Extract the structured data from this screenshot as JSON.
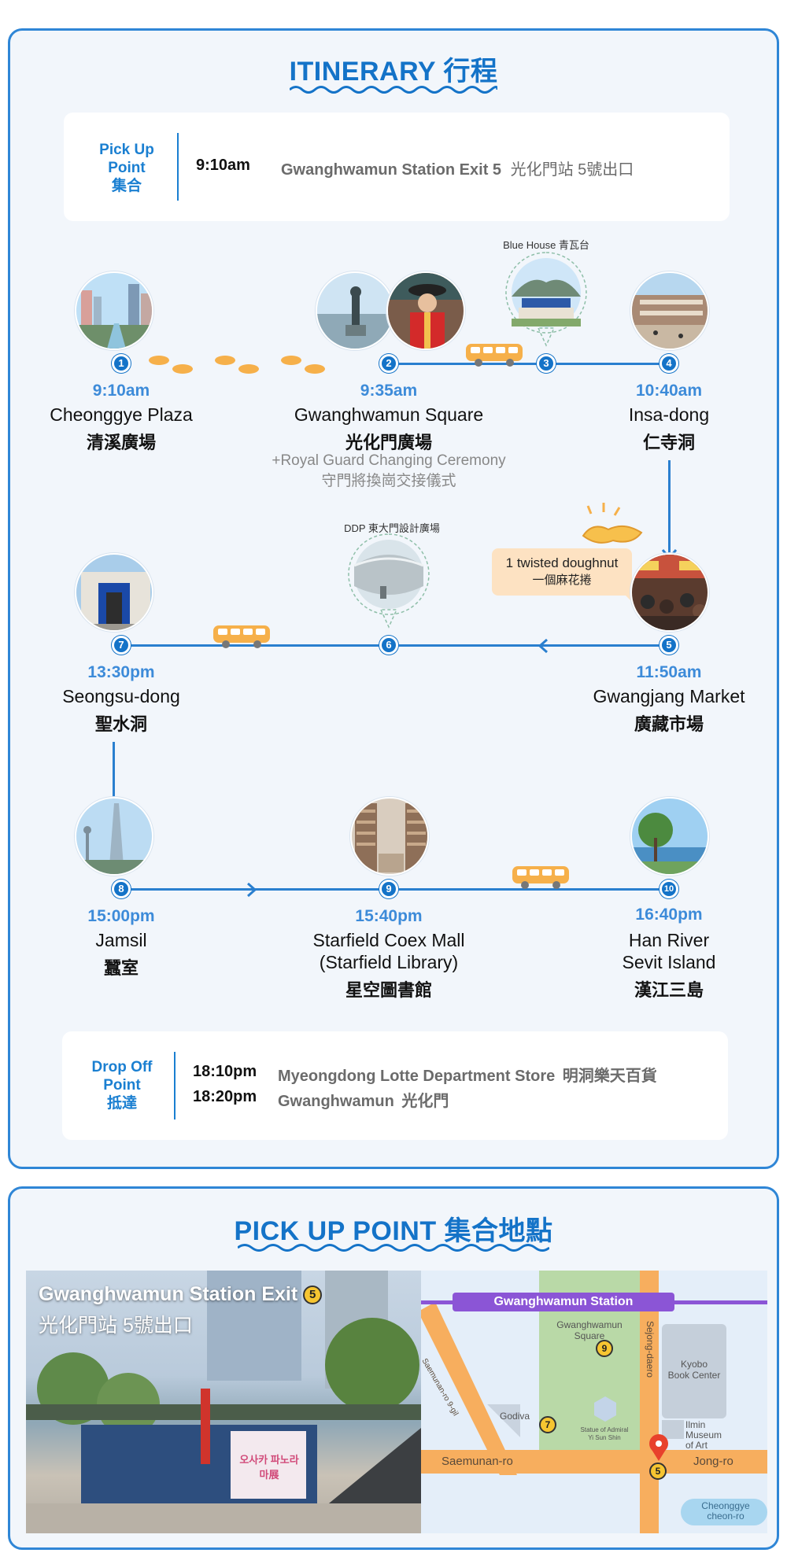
{
  "itinerary": {
    "title": "ITINERARY 行程",
    "pickup": {
      "label_line1": "Pick Up",
      "label_line2": "Point",
      "label_line3": "集合",
      "time": "9:10am",
      "place": "Gwanghwamun Station Exit 5",
      "place_zh": "光化門站 5號出口"
    },
    "stops": [
      {
        "num": "1",
        "time": "9:10am",
        "name": "Cheonggye Plaza",
        "name_zh": "清溪廣場"
      },
      {
        "num": "2",
        "time": "9:35am",
        "name": "Gwanghwamun Square",
        "name_zh": "光化門廣場",
        "extra": "+Royal Guard Changing Ceremony",
        "extra_zh": "守門將換崗交接儀式"
      },
      {
        "num": "3",
        "bubble_label": "Blue House 青瓦台"
      },
      {
        "num": "4",
        "time": "10:40am",
        "name": "Insa-dong",
        "name_zh": "仁寺洞"
      },
      {
        "num": "5",
        "time": "11:50am",
        "name": "Gwangjang Market",
        "name_zh": "廣藏市場",
        "speech_line1": "1 twisted doughnut",
        "speech_line2": "一個麻花捲"
      },
      {
        "num": "6",
        "bubble_label": "DDP 東大門設計廣場"
      },
      {
        "num": "7",
        "time": "13:30pm",
        "name": "Seongsu-dong",
        "name_zh": "聖水洞"
      },
      {
        "num": "8",
        "time": "15:00pm",
        "name": "Jamsil",
        "name_zh": "蠶室"
      },
      {
        "num": "9",
        "time": "15:40pm",
        "name_line1": "Starfield Coex Mall",
        "name_line2": "(Starfield Library)",
        "name_zh": "星空圖書館"
      },
      {
        "num": "10",
        "time": "16:40pm",
        "name_line1": "Han River",
        "name_line2": "Sevit Island",
        "name_zh": "漢江三島"
      }
    ],
    "dropoff": {
      "label_line1": "Drop Off",
      "label_line2": "Point",
      "label_line3": "抵達",
      "rows": [
        {
          "time": "18:10pm",
          "place": "Myeongdong Lotte Department Store",
          "place_zh": "明洞樂天百貨"
        },
        {
          "time": "18:20pm",
          "place": "Gwanghwamun",
          "place_zh": "光化門"
        }
      ]
    }
  },
  "pickup_point": {
    "title": "PICK UP POINT 集合地點",
    "photo_caption_line1": "Gwanghwamun Station Exit",
    "photo_caption_badge": "5",
    "photo_caption_line2": "光化門站 5號出口",
    "sign_text": "오사카 파노라마展",
    "map": {
      "station": "Gwanghwamun Station",
      "square_line1": "Gwanghwamun",
      "square_line2": "Square",
      "badge_9": "9",
      "badge_7": "7",
      "badge_5": "5",
      "statue_line1": "Statue of Admiral",
      "statue_line2": "Yi Sun Shin",
      "godiva": "Godiva",
      "kyobo_line1": "Kyobo",
      "kyobo_line2": "Book Center",
      "ilmin_line1": "Ilmin",
      "ilmin_line2": "Museum",
      "ilmin_line3": "of Art",
      "saemunan": "Saemunan-ro",
      "saemunan9": "Saemunan-ro 9-gil",
      "sejong": "Sejong-daero",
      "jongro": "Jong-ro",
      "cheonggye_line1": "Cheonggye",
      "cheonggye_line2": "cheon-ro"
    }
  },
  "colors": {
    "accent": "#1473c8",
    "panel_bg": "#f2f6fb",
    "bus": "#f6b04a",
    "map_road": "#f7ae5e",
    "map_green": "#b9d9a7",
    "station_purple": "#8b55d6"
  }
}
